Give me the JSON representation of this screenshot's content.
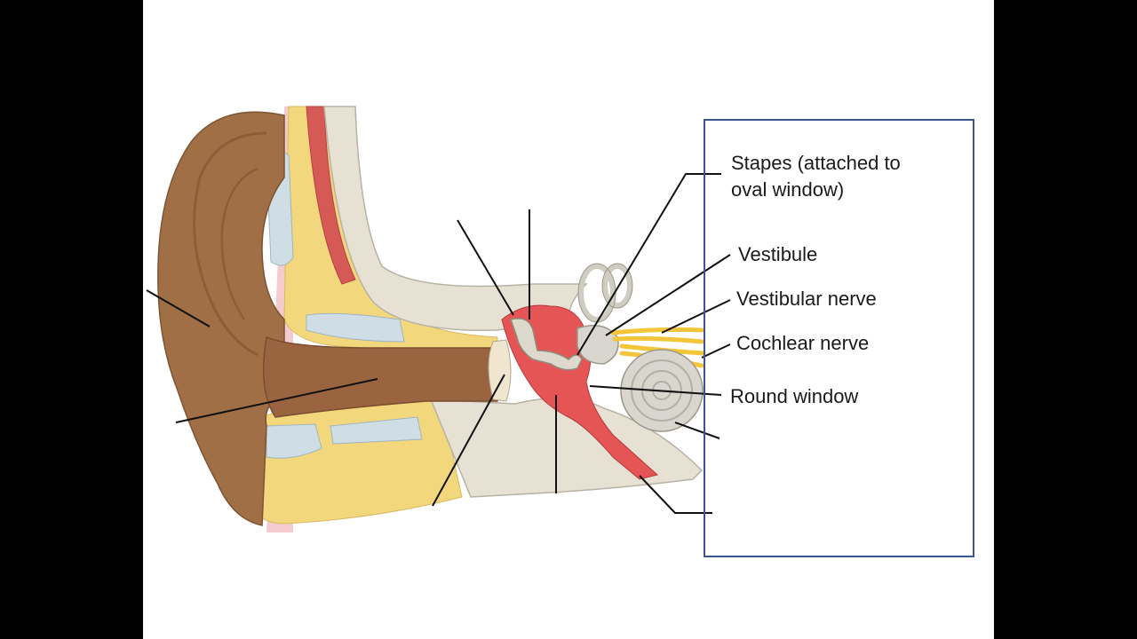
{
  "labels": {
    "stapes": "Stapes (attached to",
    "stapes_line2": "oval window)",
    "vestibule": "Vestibule",
    "vestibular_nerve": "Vestibular nerve",
    "cochlear_nerve": "Cochlear nerve",
    "round_window": "Round window"
  },
  "colors": {
    "pinna": "#a06f45",
    "canal": "#9a6440",
    "fat": "#f2d77d",
    "bone": "#e6e1d3",
    "cartilage": "#cfdde4",
    "middle_ear": "#e65555",
    "nerve": "#f3c53a",
    "cochlea": "#d8d6cf",
    "box_border": "#3b5590"
  }
}
